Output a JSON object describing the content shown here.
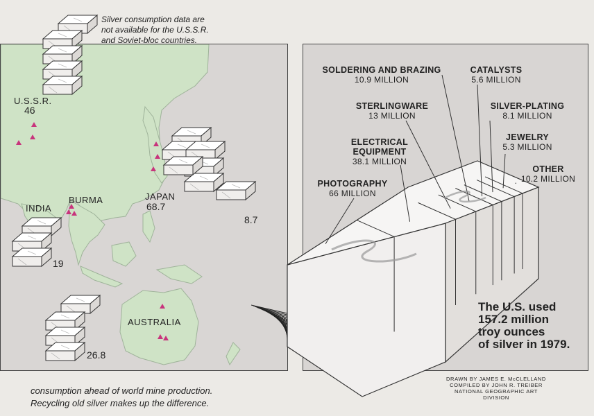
{
  "note": {
    "line1": "Silver consumption data are",
    "line2": "not available for the U.S.S.R.",
    "line3": "and Soviet-bloc countries."
  },
  "countries": [
    {
      "name": "U.S.S.R.",
      "value": "46"
    },
    {
      "name": "INDIA",
      "value": ""
    },
    {
      "name": "BURMA",
      "value": ""
    },
    {
      "name": "JAPAN",
      "value": "68.7"
    },
    {
      "name": "",
      "value": "8.7"
    },
    {
      "name": "",
      "value": "19"
    },
    {
      "name": "AUSTRALIA",
      "value": ""
    },
    {
      "name": "",
      "value": "26.8"
    }
  ],
  "chart_data": {
    "type": "bar",
    "categories": [
      "PHOTOGRAPHY",
      "ELECTRICAL EQUIPMENT",
      "STERLINGWARE",
      "SOLDERING AND BRAZING",
      "CATALYSTS",
      "SILVER-PLATING",
      "JEWELRY",
      "OTHER"
    ],
    "values": [
      66,
      38.1,
      13,
      10.9,
      5.6,
      8.1,
      5.3,
      10.2
    ],
    "value_labels": [
      "66 MILLION",
      "38.1 MILLION",
      "13 MILLION",
      "10.9 MILLION",
      "5.6 MILLION",
      "8.1 MILLION",
      "5.3 MILLION",
      "10.2 MILLION"
    ],
    "total": 157.2
  },
  "headline": {
    "line1": "The U.S. used",
    "line2": "157.2 million",
    "line3": "troy ounces",
    "line4": "of silver in 1979."
  },
  "credits": {
    "line1": "DRAWN BY JAMES E. McCLELLAND",
    "line2": "COMPILED BY JOHN R. TREIBER",
    "line3": "NATIONAL GEOGRAPHIC ART DIVISION"
  },
  "caption": {
    "line1": "consumption ahead of world mine production.",
    "line2": "Recycling old silver makes up the difference."
  },
  "colors": {
    "land": "#cfe3c6",
    "sea": "#d9d6d4",
    "mine": "#c8347c",
    "bar": "#f1efee"
  }
}
